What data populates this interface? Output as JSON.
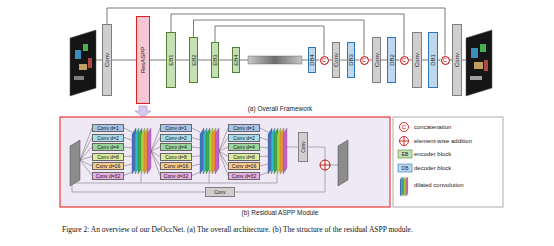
{
  "diagram": {
    "caption": "Figure 2: An overview of our DeOccNet. (a) The overall architecture. (b) The structure of the residual ASPP module.",
    "nodes": [
      {
        "text": [
          "Conv"
        ]
      },
      {
        "text": [
          "ResASPP"
        ]
      },
      {
        "text": [
          "EB1"
        ]
      },
      {
        "text": [
          "EB2"
        ]
      },
      {
        "text": [
          "EB3"
        ]
      },
      {
        "text": [
          "EB4"
        ]
      },
      {
        "text": [
          "DB4"
        ]
      },
      {
        "text": [
          "C"
        ]
      },
      {
        "text": [
          "Conv"
        ]
      },
      {
        "text": [
          "DB3"
        ]
      },
      {
        "text": [
          "C"
        ]
      },
      {
        "text": [
          "Conv"
        ]
      },
      {
        "text": [
          "DB2"
        ]
      },
      {
        "text": [
          "C"
        ]
      },
      {
        "text": [
          "Conv"
        ]
      },
      {
        "text": [
          "DB1"
        ]
      },
      {
        "text": [
          "C"
        ]
      },
      {
        "text": [
          "Conv"
        ]
      },
      {
        "text": [
          "Conv d=1"
        ]
      },
      {
        "text": [
          "Conv d=2"
        ]
      },
      {
        "text": [
          "Conv d=4"
        ]
      },
      {
        "text": [
          "Conv d=8"
        ]
      },
      {
        "text": [
          "Conv d=16"
        ]
      },
      {
        "text": [
          "Conv d=32"
        ]
      },
      {
        "text": [
          "Conv d=1"
        ]
      },
      {
        "text": [
          "Conv d=2"
        ]
      },
      {
        "text": [
          "Conv d=4"
        ]
      },
      {
        "text": [
          "Conv d=8"
        ]
      },
      {
        "text": [
          "Conv d=16"
        ]
      },
      {
        "text": [
          "Conv d=32"
        ]
      },
      {
        "text": [
          "Conv d=1"
        ]
      },
      {
        "text": [
          "Conv d=2"
        ]
      },
      {
        "text": [
          "Conv d=4"
        ]
      },
      {
        "text": [
          "Conv d=8"
        ]
      },
      {
        "text": [
          "Conv d=16"
        ]
      },
      {
        "text": [
          "Conv d=32"
        ]
      },
      {
        "text": [
          "Conv"
        ]
      },
      {
        "text": [
          "Conv"
        ]
      }
    ],
    "edges": [
      {
        "from": 0,
        "to": 1,
        "arrow": "none"
      },
      {
        "from": 1,
        "to": 2,
        "arrow": "none"
      },
      {
        "from": 2,
        "to": 3,
        "arrow": "none"
      },
      {
        "from": 3,
        "to": 4,
        "arrow": "none"
      },
      {
        "from": 4,
        "to": 5,
        "arrow": "none"
      },
      {
        "from": 5,
        "to": 6,
        "arrow": "none"
      },
      {
        "from": 6,
        "to": 7,
        "arrow": "none"
      },
      {
        "from": 7,
        "to": 8,
        "arrow": "none"
      },
      {
        "from": 8,
        "to": 9,
        "arrow": "none"
      },
      {
        "from": 9,
        "to": 10,
        "arrow": "none"
      },
      {
        "from": 10,
        "to": 11,
        "arrow": "none"
      },
      {
        "from": 11,
        "to": 12,
        "arrow": "none"
      },
      {
        "from": 12,
        "to": 13,
        "arrow": "none"
      },
      {
        "from": 13,
        "to": 14,
        "arrow": "none"
      },
      {
        "from": 14,
        "to": 15,
        "arrow": "none"
      },
      {
        "from": 15,
        "to": 16,
        "arrow": "none"
      },
      {
        "from": 16,
        "to": 17,
        "arrow": "none"
      },
      {
        "from": 0,
        "to": 16,
        "arrow": "none"
      },
      {
        "from": 2,
        "to": 13,
        "arrow": "none"
      },
      {
        "from": 3,
        "to": 10,
        "arrow": "none"
      },
      {
        "from": 4,
        "to": 7,
        "arrow": "none"
      }
    ],
    "labels": [
      "(a) Overall Framework",
      "(b) Residual ASPP Module",
      "C",
      "EB",
      "DB"
    ],
    "legend": [
      {
        "text": "concatenation"
      },
      {
        "text": "element-wise addition"
      },
      {
        "text": "encoder block"
      },
      {
        "text": "decoder block"
      },
      {
        "text": "dilated convolution"
      }
    ]
  }
}
